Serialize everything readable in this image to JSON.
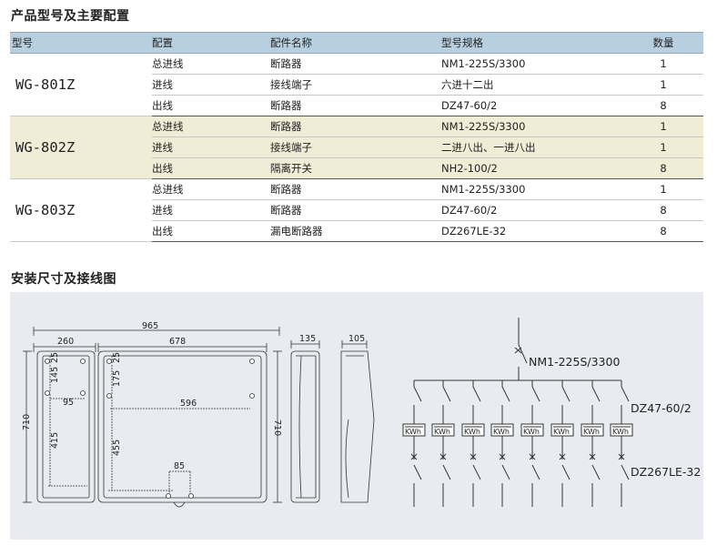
{
  "section1_title": "产品型号及主要配置",
  "section2_title": "安装尺寸及接线图",
  "table": {
    "headers": [
      "型号",
      "配置",
      "配件名称",
      "型号规格",
      "数量"
    ],
    "groups": [
      {
        "model": "WG-801Z",
        "rows": [
          {
            "config": "总进线",
            "part": "断路器",
            "spec": "NM1-225S/3300",
            "qty": "1"
          },
          {
            "config": "进线",
            "part": "接线端子",
            "spec": "六进十二出",
            "qty": "1"
          },
          {
            "config": "出线",
            "part": "断路器",
            "spec": "DZ47-60/2",
            "qty": "8"
          }
        ]
      },
      {
        "model": "WG-802Z",
        "rows": [
          {
            "config": "总进线",
            "part": "断路器",
            "spec": "NM1-225S/3300",
            "qty": "1"
          },
          {
            "config": "进线",
            "part": "接线端子",
            "spec": "二进八出、一进八出",
            "qty": "1"
          },
          {
            "config": "出线",
            "part": "隔离开关",
            "spec": "NH2-100/2",
            "qty": "8"
          }
        ]
      },
      {
        "model": "WG-803Z",
        "rows": [
          {
            "config": "总进线",
            "part": "断路器",
            "spec": "NM1-225S/3300",
            "qty": "1"
          },
          {
            "config": "进线",
            "part": "断路器",
            "spec": "DZ47-60/2",
            "qty": "8"
          },
          {
            "config": "出线",
            "part": "漏电断路器",
            "spec": "DZ267LE-32",
            "qty": "8"
          }
        ]
      }
    ]
  },
  "drawing": {
    "dims": {
      "overall_width": "965",
      "left_width": "260",
      "right_width": "678",
      "height_left": "710",
      "height_right": "710",
      "d25a": "25",
      "d25b": "25",
      "d145": "145",
      "d95": "95",
      "d415": "415",
      "d175": "175",
      "d596": "596",
      "d455": "455",
      "d85": "85",
      "side1": "135",
      "side2": "105"
    },
    "wiring": {
      "main_breaker": "NM1-225S/3300",
      "branch_breaker": "DZ47-60/2",
      "rcd_breaker": "DZ267LE-32",
      "meter_label": "KWh"
    }
  }
}
